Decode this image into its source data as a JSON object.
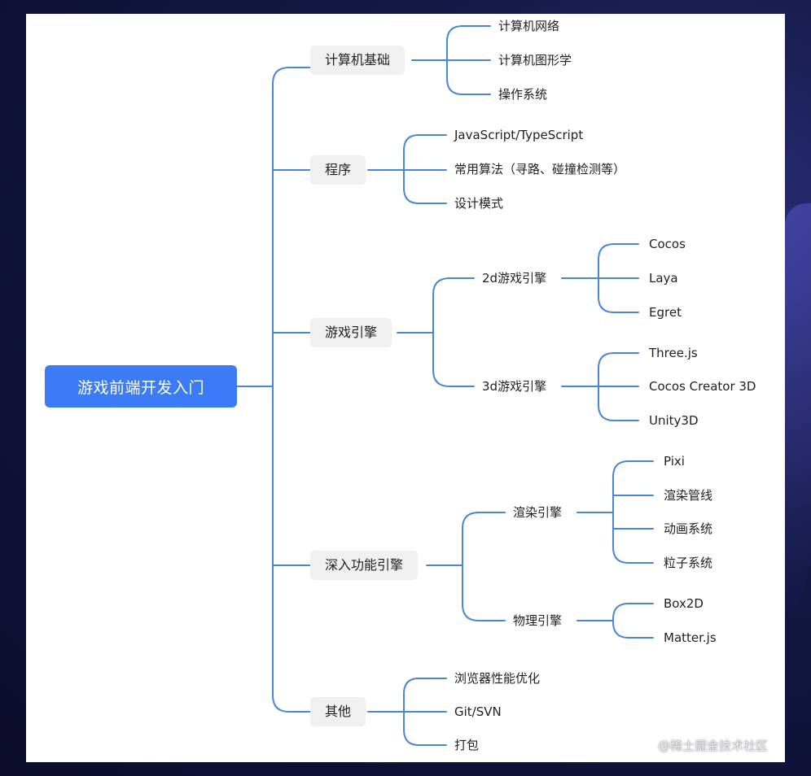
{
  "root": "游戏前端开发入门",
  "branches": [
    {
      "label": "计算机基础",
      "children": [
        "计算机网络",
        "计算机图形学",
        "操作系统"
      ]
    },
    {
      "label": "程序",
      "children": [
        "JavaScript/TypeScript",
        "常用算法（寻路、碰撞检测等）",
        "设计模式"
      ]
    },
    {
      "label": "游戏引擎",
      "subbranches": [
        {
          "label": "2d游戏引擎",
          "children": [
            "Cocos",
            "Laya",
            "Egret"
          ]
        },
        {
          "label": "3d游戏引擎",
          "children": [
            "Three.js",
            "Cocos Creator 3D",
            "Unity3D"
          ]
        }
      ]
    },
    {
      "label": "深入功能引擎",
      "subbranches": [
        {
          "label": "渲染引擎",
          "children": [
            "Pixi",
            "渲染管线",
            "动画系统",
            "粒子系统"
          ]
        },
        {
          "label": "物理引擎",
          "children": [
            "Box2D",
            "Matter.js"
          ]
        }
      ]
    },
    {
      "label": "其他",
      "children": [
        "浏览器性能优化",
        "Git/SVN",
        "打包"
      ]
    }
  ],
  "watermark": "@稀土掘金技术社区",
  "colors": {
    "root": "#3b7cf6",
    "line": "#4a86d8",
    "node_bg": "#f0f0f0"
  }
}
